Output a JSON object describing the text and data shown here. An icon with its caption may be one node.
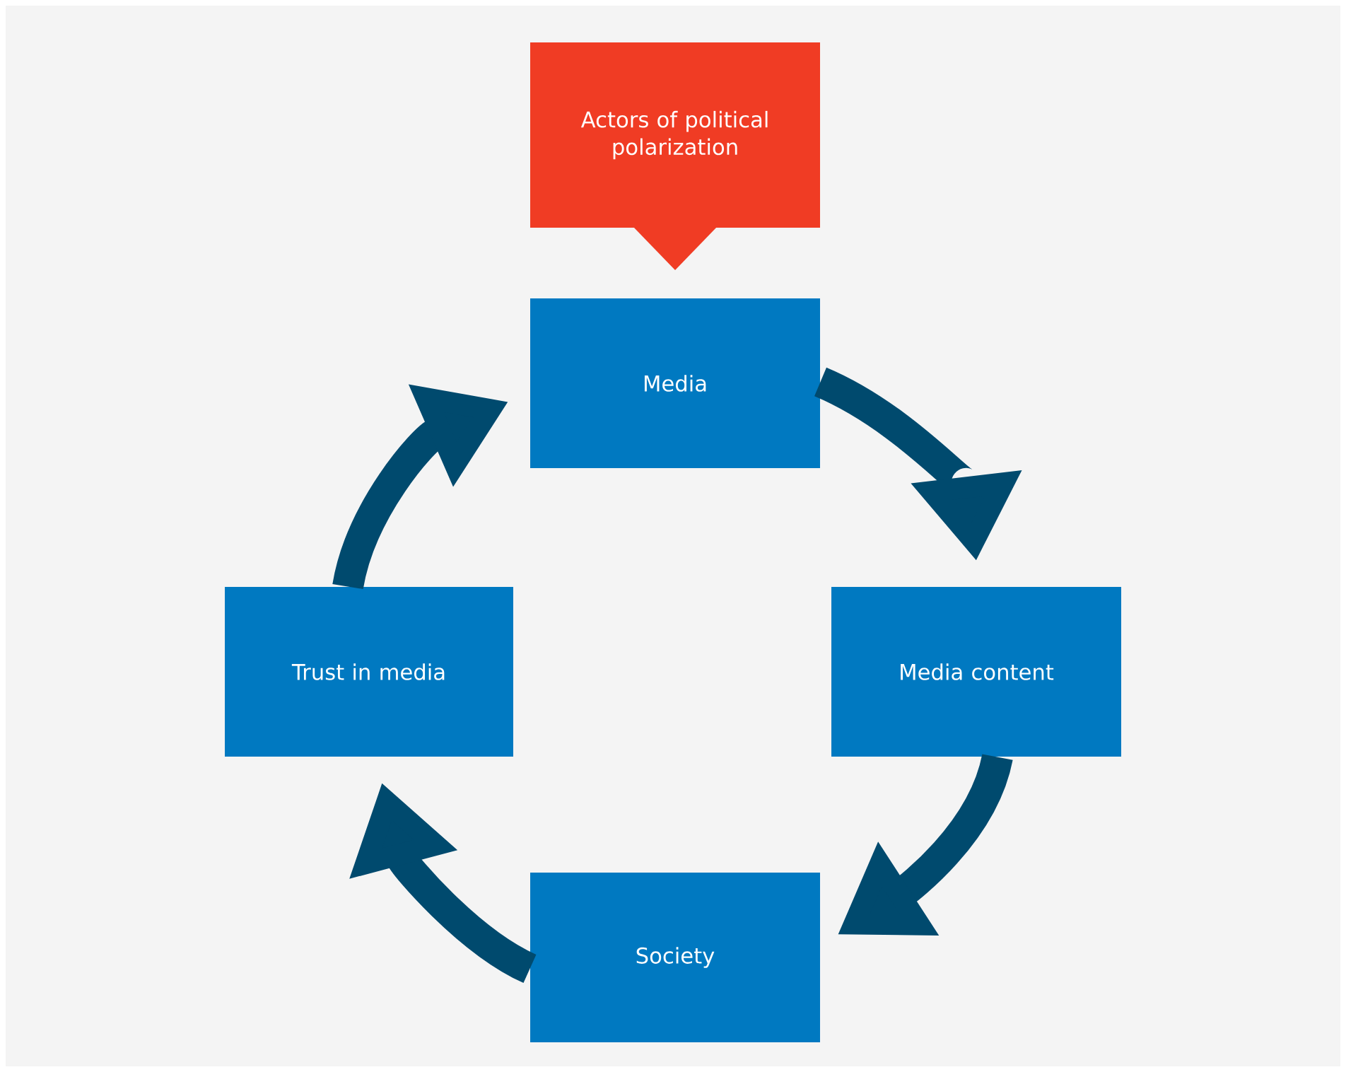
{
  "diagram": {
    "nodes": [
      {
        "text": [
          "Actors of political polarization"
        ]
      },
      {
        "text": [
          "Media"
        ]
      },
      {
        "text": [
          "Media content"
        ]
      },
      {
        "text": [
          "Society"
        ]
      },
      {
        "text": [
          "Trust in media"
        ]
      }
    ],
    "edges": [
      {
        "from": 1,
        "to": 2,
        "arrow": "to"
      },
      {
        "from": 2,
        "to": 3,
        "arrow": "to"
      },
      {
        "from": 3,
        "to": 4,
        "arrow": "to"
      },
      {
        "from": 4,
        "to": 1,
        "arrow": "to"
      }
    ]
  }
}
